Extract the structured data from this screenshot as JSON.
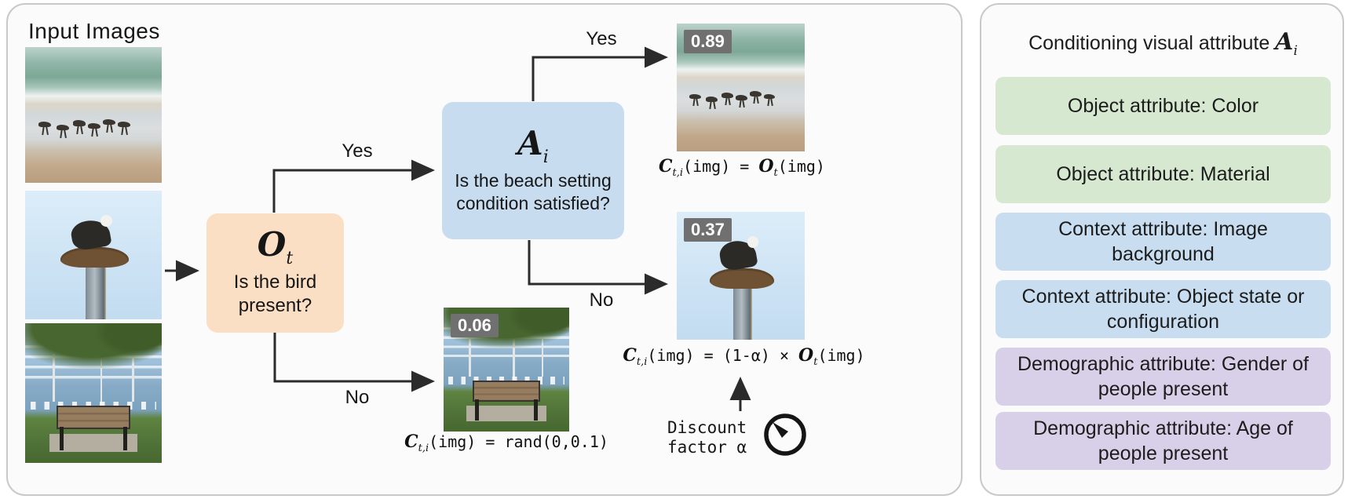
{
  "colors": {
    "panel_bg": "#fbfbfb",
    "panel_border": "#c9c9c9",
    "object_node_bg": "#fbdfc4",
    "attribute_node_bg": "#c8dcef",
    "green_row": "#d7e8d1",
    "blue_row": "#c9ddf0",
    "purple_row": "#d8d0e8",
    "score_badge_bg": "#707070",
    "arrow": "#2b2b2b"
  },
  "flow": {
    "title": "Input Images",
    "input_images": [
      {
        "name": "shorebirds-on-beach"
      },
      {
        "name": "osprey-on-nest-post"
      },
      {
        "name": "bench-by-harbor"
      }
    ],
    "object_node": {
      "symbol": "O",
      "symbol_sub": "t",
      "question": "Is the bird present?"
    },
    "attribute_node": {
      "symbol": "A",
      "symbol_sub": "i",
      "question": "Is the beach setting condition satisfied?"
    },
    "branches": {
      "o_yes": "Yes",
      "o_no": "No",
      "a_yes": "Yes",
      "a_no": "No"
    },
    "scores": {
      "yes": "0.89",
      "no": "0.37",
      "fail": "0.06"
    },
    "formulas": {
      "yes": {
        "c": "C",
        "csub": "t,i",
        "mid": "(img) = ",
        "o": "O",
        "osub": "t",
        "tail": "(img)"
      },
      "no": {
        "c": "C",
        "csub": "t,i",
        "mid": "(img) = (1-α) × ",
        "o": "O",
        "osub": "t",
        "tail": "(img)"
      },
      "fail": {
        "c": "C",
        "csub": "t,i",
        "mid": "(img) = rand(0,0.1)"
      }
    },
    "discount": {
      "line1": "Discount",
      "line2": "factor α"
    }
  },
  "right_panel": {
    "title_prefix": "Conditioning visual attribute ",
    "symbol": "A",
    "symbol_sub": "i",
    "attributes": [
      {
        "label": "Object attribute: Color",
        "color": "#d7e8d1"
      },
      {
        "label": "Object attribute: Material",
        "color": "#d7e8d1"
      },
      {
        "label": "Context attribute: Image background",
        "color": "#c9ddf0"
      },
      {
        "label": "Context attribute: Object state or configuration",
        "color": "#c9ddf0"
      },
      {
        "label": "Demographic attribute: Gender of people present",
        "color": "#d8d0e8"
      },
      {
        "label": "Demographic attribute: Age of people present",
        "color": "#d8d0e8"
      }
    ]
  }
}
